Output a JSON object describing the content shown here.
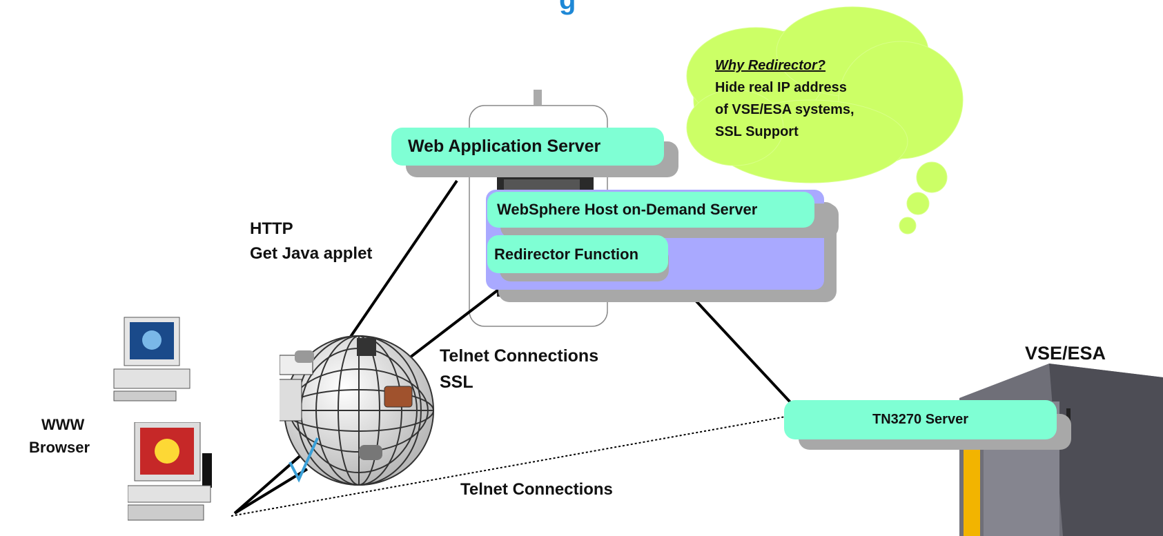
{
  "page_title_partial": "g",
  "cloud": {
    "heading": "Why Redirector?",
    "lines": [
      "Hide  real  IP address",
      "of VSE/ESA systems,",
      "SSL Support"
    ]
  },
  "boxes": {
    "web_app_server": "Web Application Server",
    "websphere_hod": "WebSphere  Host on-Demand Server",
    "redirector": "Redirector Function",
    "tn3270": "TN3270 Server"
  },
  "labels": {
    "http": "HTTP",
    "get_applet": "Get Java applet",
    "telnet_ssl_1": "Telnet Connections",
    "telnet_ssl_2": "SSL",
    "telnet_plain": "Telnet Connections",
    "vse_esa": "VSE/ESA",
    "www": "WWW",
    "browser": "Browser"
  },
  "colors": {
    "box_fill": "#7fffd4",
    "shadow": "#a8a8a8",
    "hod_panel": "#a9a9ff",
    "cloud": "#ccff66",
    "title_blue": "#1e88d6"
  }
}
